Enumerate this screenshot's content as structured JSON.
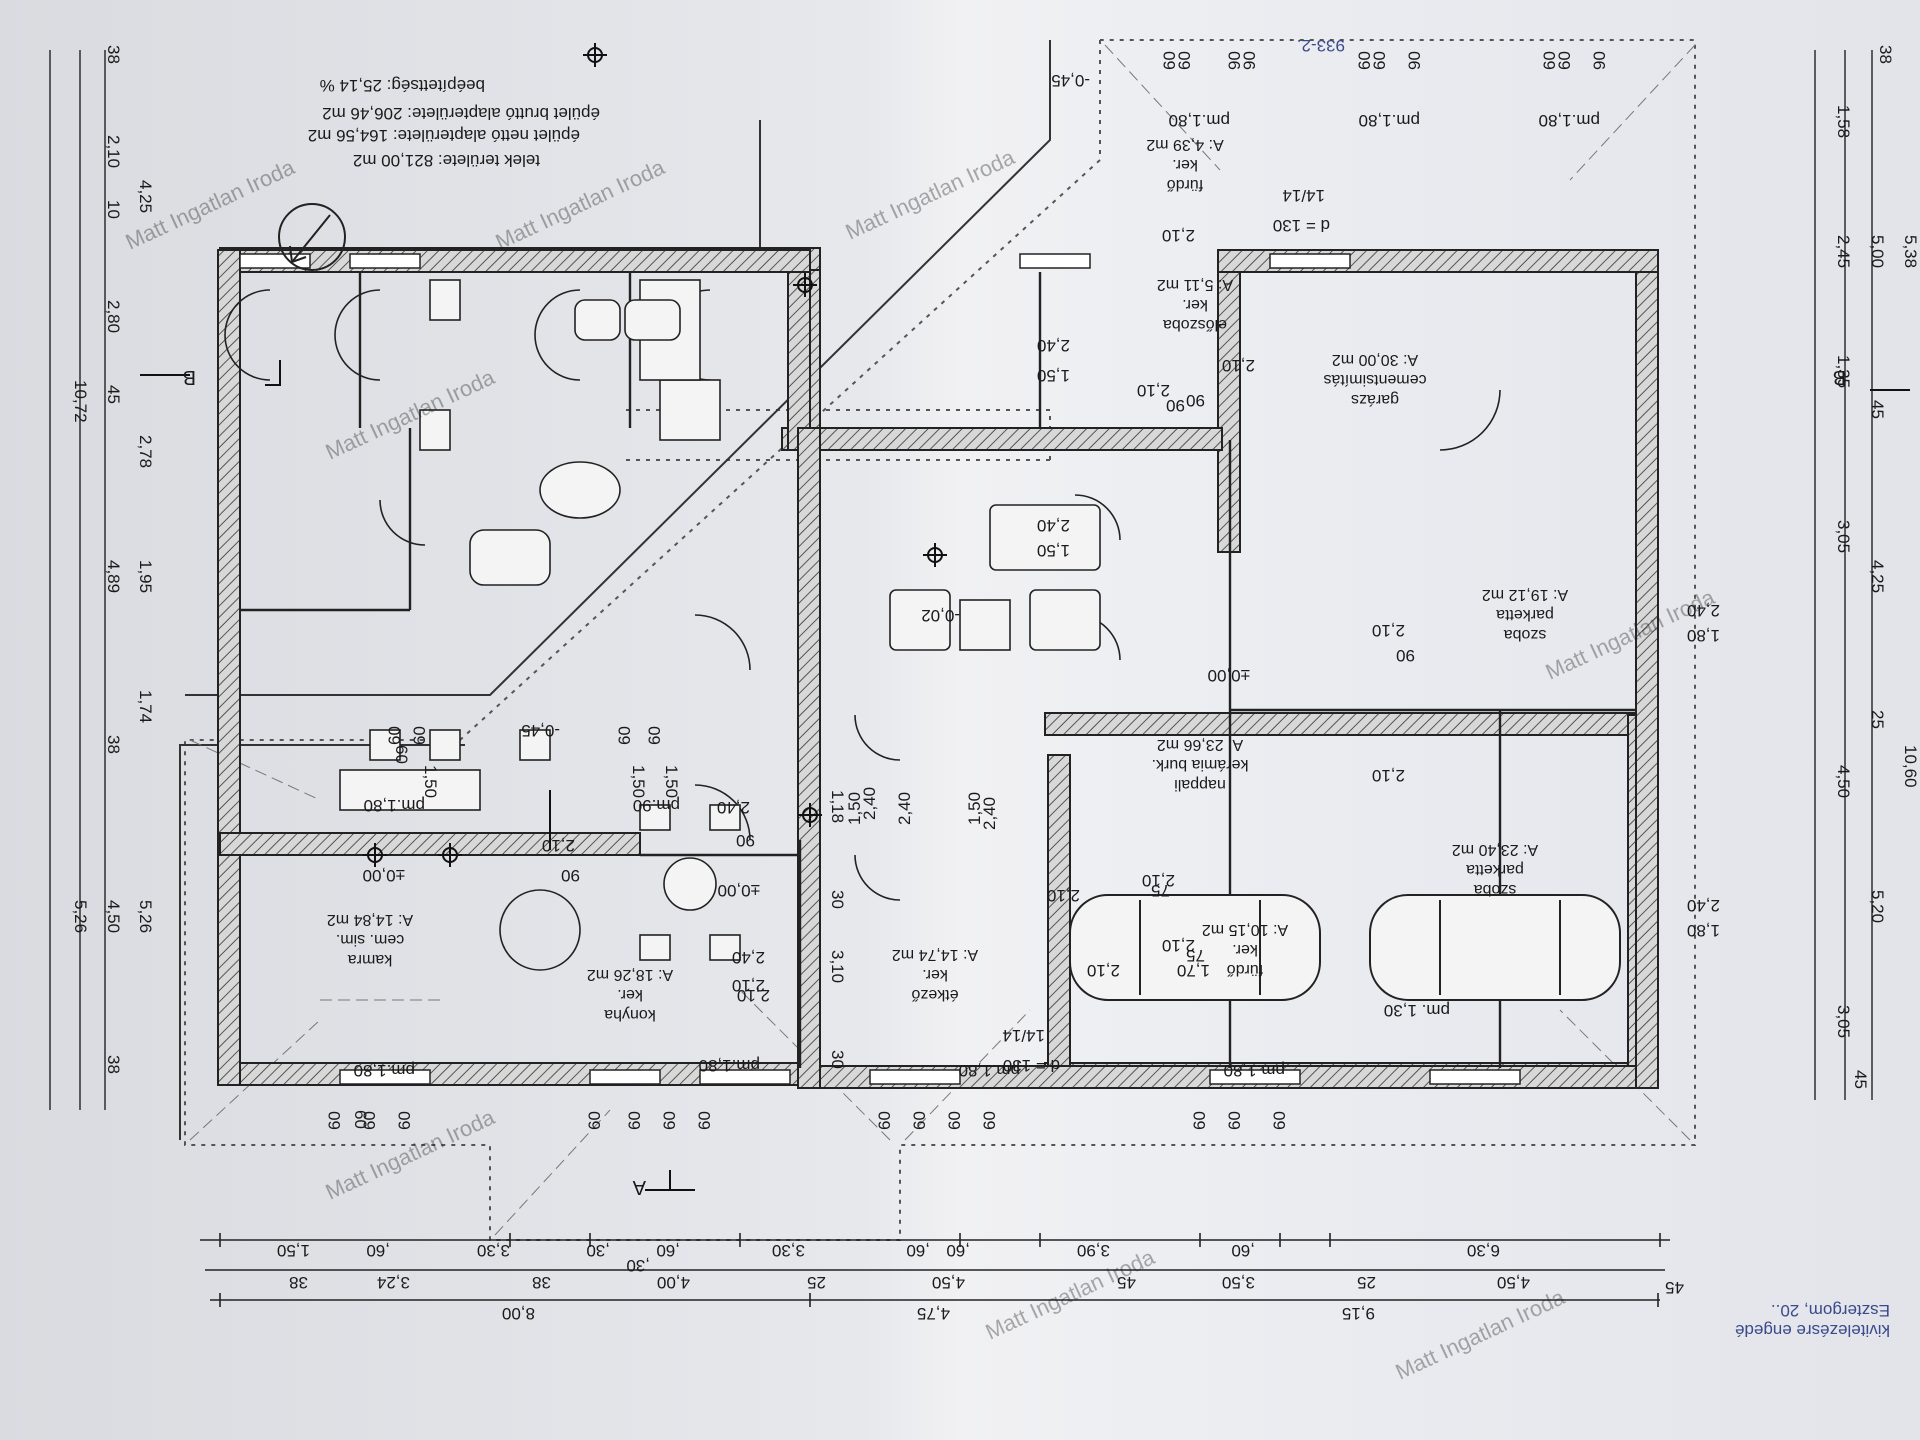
{
  "stats": [
    "beépítettség:  25,14 %",
    "épület bruttó alapterülete: 206,46 m2",
    "épület nettó alapterülete: 164,56 m2",
    "telek területe: 821,00 m2"
  ],
  "rooms": [
    {
      "id": "kamra",
      "lines": [
        "kamra",
        "cem. sim.",
        "A: 14,84 m2"
      ]
    },
    {
      "id": "konyha",
      "lines": [
        "konyha",
        "ker.",
        "A: 18,26 m2"
      ]
    },
    {
      "id": "etkezo",
      "lines": [
        "étkező",
        "ker.",
        "A: 14,74 m2"
      ]
    },
    {
      "id": "nappali",
      "lines": [
        "nappali",
        "kerámia burk.",
        "A: 23,66 m2"
      ]
    },
    {
      "id": "furdo1",
      "lines": [
        "fürdő",
        "ker.",
        "A: 10,15 m2"
      ]
    },
    {
      "id": "szoba1",
      "lines": [
        "szoba",
        "parketta",
        "A: 23,40 m2"
      ]
    },
    {
      "id": "szoba2",
      "lines": [
        "szoba",
        "parketta",
        "A: 19,12 m2"
      ]
    },
    {
      "id": "garazs",
      "lines": [
        "garázs",
        "cementsimítás",
        "A: 30,00 m2"
      ]
    },
    {
      "id": "eloszoba",
      "lines": [
        "előszoba",
        "ker.",
        "A: 5,11 m2"
      ]
    },
    {
      "id": "furdo2",
      "lines": [
        "fürdő",
        "ker.",
        "A: 4,39 m2"
      ]
    }
  ],
  "levels": [
    "-0,45",
    "-0,45",
    "-0,02",
    "±0,00",
    "±0,00",
    "±0,00"
  ],
  "dims": {
    "bottom_row1": [
      "1,50",
      ",60",
      "3,30",
      ",30",
      ",60",
      "3,30",
      ",60",
      ",60",
      "3,90",
      ",60",
      "6,30"
    ],
    "bottom_row2": [
      "38",
      "3,24",
      "38",
      "4,00",
      ",30",
      "25",
      "4,50",
      "45",
      "3,50",
      "25",
      "4,50",
      "45"
    ],
    "bottom_row3": [
      "8,00",
      "4,75",
      "9,15"
    ],
    "left": [
      "38",
      "2,10",
      "10",
      "4,25",
      "2,80",
      "45",
      "2,78",
      "10,72",
      "4,89",
      "1,95",
      "1,74",
      "38",
      "4,50",
      "5,26",
      "5,26",
      "38"
    ],
    "right": [
      "38",
      "1,58",
      "2,45",
      "5,00",
      "5,38",
      "1,35",
      "45",
      "3,05",
      "4,25",
      "25",
      "4,50",
      "10,60",
      "5,20",
      "3,05",
      "45"
    ],
    "windows": [
      "pm.1,80",
      "pm.90",
      "pm.1,80",
      "pm.1,80",
      "pm.1,80",
      "pm.1,80",
      "pm. 1,30",
      "pm.1,80",
      "pm.1,80",
      "pm.1,80"
    ],
    "openings": [
      "60",
      "1,50",
      "1,50",
      "1,50",
      "60",
      "90",
      "90",
      "2,10",
      "2,10",
      "2,40",
      "2,40",
      "1,50",
      "2,40",
      "1,50",
      "90",
      "2,10",
      "2,10",
      "2,10",
      "90",
      "2,10",
      "2,10",
      "90",
      "1,50",
      "2,40",
      "1,50",
      "2,40",
      "1,80",
      "2,40",
      "1,80",
      "2,40",
      "1,18",
      "30",
      "30",
      "3,10",
      "2,10",
      "2,40",
      "2,40",
      "2,10",
      "2,10",
      "2,10",
      "75",
      "2,10",
      "75",
      "1,70"
    ],
    "sills": [
      "60",
      "60",
      "60",
      "60",
      "60",
      "60",
      "60",
      "60",
      "60",
      "60",
      "60",
      "60",
      "60",
      "60",
      "60",
      "60",
      "60",
      "60",
      "60",
      "60",
      "60",
      "90",
      "60",
      "90",
      "60",
      "90",
      "60",
      "90"
    ],
    "dd": [
      "d = 130",
      "14/14",
      "d = 130",
      "14/14"
    ]
  },
  "section_marks": [
    "A",
    "A",
    "B",
    "B"
  ],
  "stamp": [
    "933-2.",
    "kivitelezésre engedé",
    "Esztergom, 20.."
  ],
  "watermark": "Matt Ingatlan Iroda"
}
